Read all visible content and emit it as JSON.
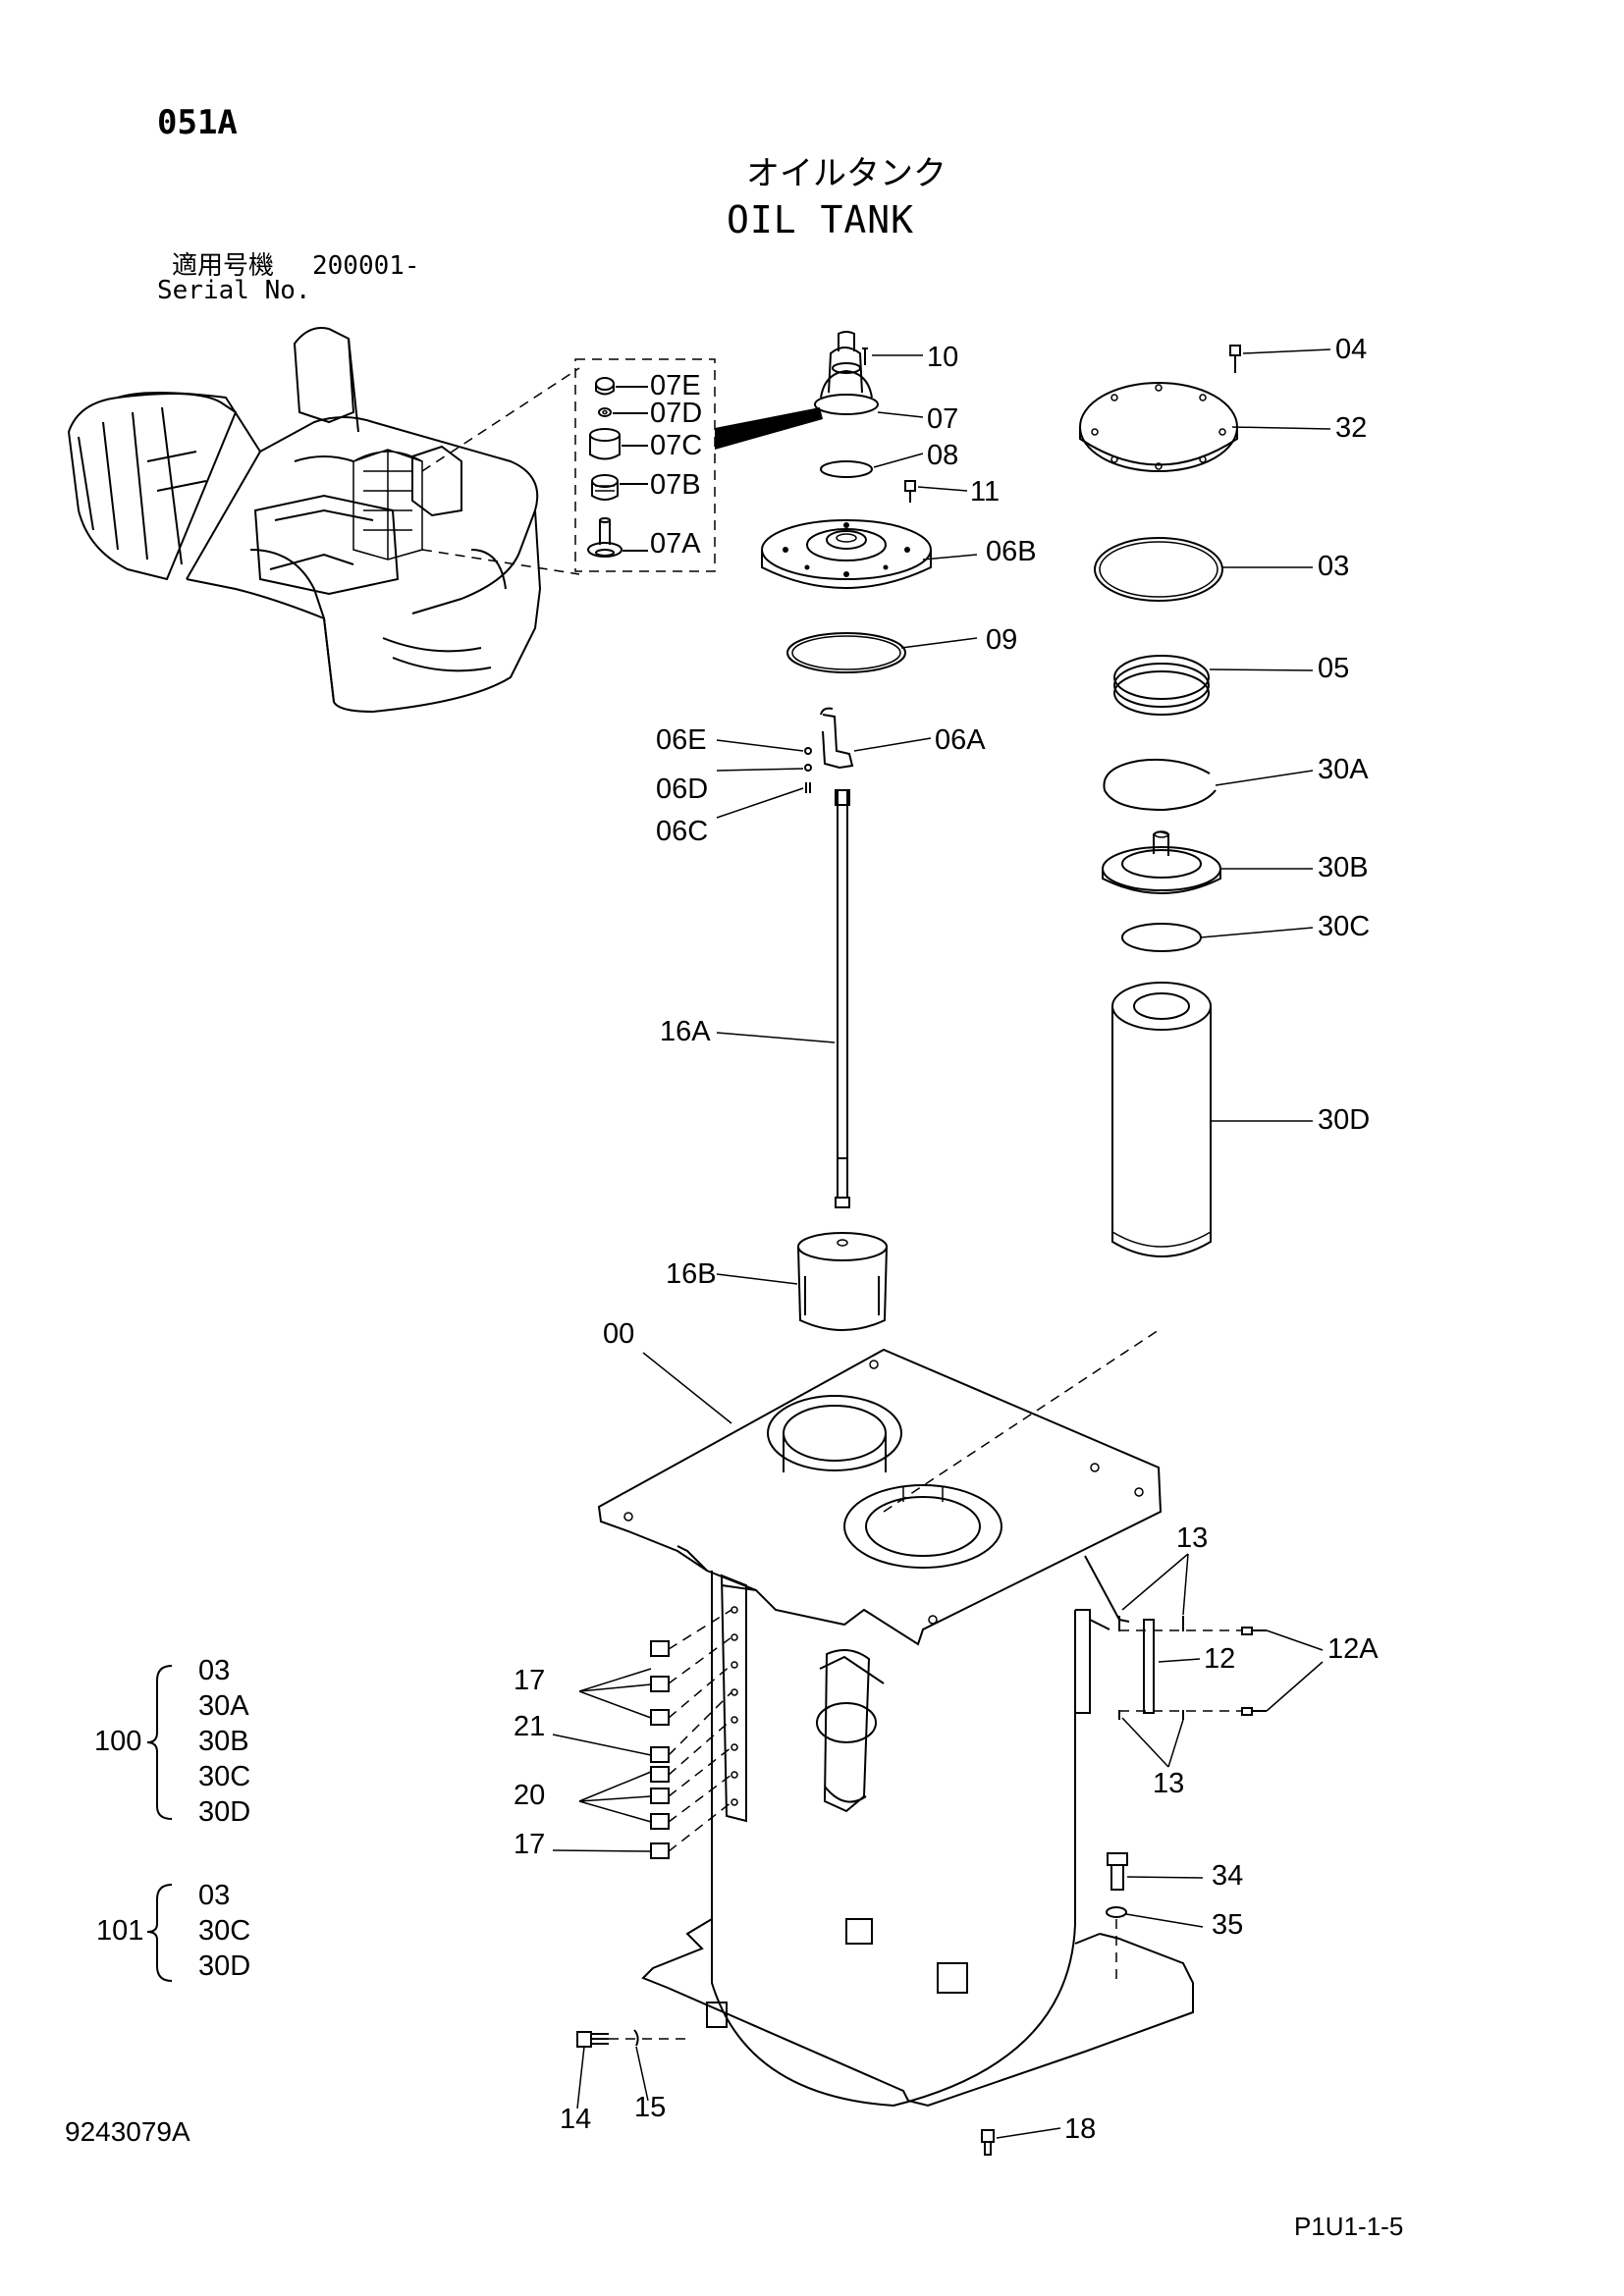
{
  "header": {
    "page_code": "051A",
    "title_jp": "オイルタンク",
    "title_en": "OIL TANK",
    "serial_jp": "適用号機",
    "serial_value": "200001-",
    "serial_en": "Serial No."
  },
  "parts": {
    "p07E": "07E",
    "p07D": "07D",
    "p07C": "07C",
    "p07B": "07B",
    "p07A": "07A",
    "p10": "10",
    "p07": "07",
    "p08": "08",
    "p11": "11",
    "p06B": "06B",
    "p09": "09",
    "p06E": "06E",
    "p06A": "06A",
    "p06D": "06D",
    "p06C": "06C",
    "p16A": "16A",
    "p16B": "16B",
    "p00": "00",
    "p04": "04",
    "p32": "32",
    "p03": "03",
    "p05": "05",
    "p30A": "30A",
    "p30B": "30B",
    "p30C": "30C",
    "p30D": "30D",
    "p13a": "13",
    "p12": "12",
    "p12A": "12A",
    "p13b": "13",
    "p17a": "17",
    "p21": "21",
    "p20": "20",
    "p17b": "17",
    "p34": "34",
    "p35": "35",
    "p14": "14",
    "p15": "15",
    "p18": "18"
  },
  "kits": [
    {
      "id": "100",
      "items": [
        "03",
        "30A",
        "30B",
        "30C",
        "30D"
      ]
    },
    {
      "id": "101",
      "items": [
        "03",
        "30C",
        "30D"
      ]
    }
  ],
  "footer": {
    "drawing_no": "9243079A",
    "page_ref": "P1U1-1-5"
  }
}
